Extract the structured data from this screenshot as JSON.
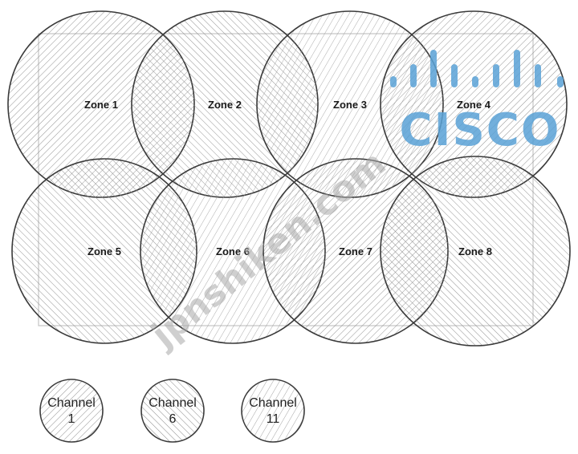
{
  "diagram": {
    "zones": [
      {
        "id": "zone-1",
        "label": "Zone 1",
        "hatch": "ch1"
      },
      {
        "id": "zone-2",
        "label": "Zone 2",
        "hatch": "ch6"
      },
      {
        "id": "zone-3",
        "label": "Zone 3",
        "hatch": "ch11"
      },
      {
        "id": "zone-4",
        "label": "Zone 4",
        "hatch": "ch1"
      },
      {
        "id": "zone-5",
        "label": "Zone 5",
        "hatch": "ch6"
      },
      {
        "id": "zone-6",
        "label": "Zone 6",
        "hatch": "ch11"
      },
      {
        "id": "zone-7",
        "label": "Zone 7",
        "hatch": "ch1"
      },
      {
        "id": "zone-8",
        "label": "Zone 8",
        "hatch": "ch6"
      }
    ],
    "legend": [
      {
        "id": "channel-1",
        "line1": "Channel",
        "line2": "1",
        "hatch": "ch1"
      },
      {
        "id": "channel-6",
        "line1": "Channel",
        "line2": "6",
        "hatch": "ch6"
      },
      {
        "id": "channel-11",
        "line1": "Channel",
        "line2": "11",
        "hatch": "ch11"
      }
    ]
  },
  "watermarks": {
    "cisco_logo_text": "CISCO",
    "cisco_logo_color": "#5aa2d6",
    "site_text": "jpnshiken.com"
  },
  "colors": {
    "circle_stroke": "#3a3a3a",
    "hatch_stroke": "#8a8a8a",
    "floor_outline": "#b0b0b0"
  }
}
